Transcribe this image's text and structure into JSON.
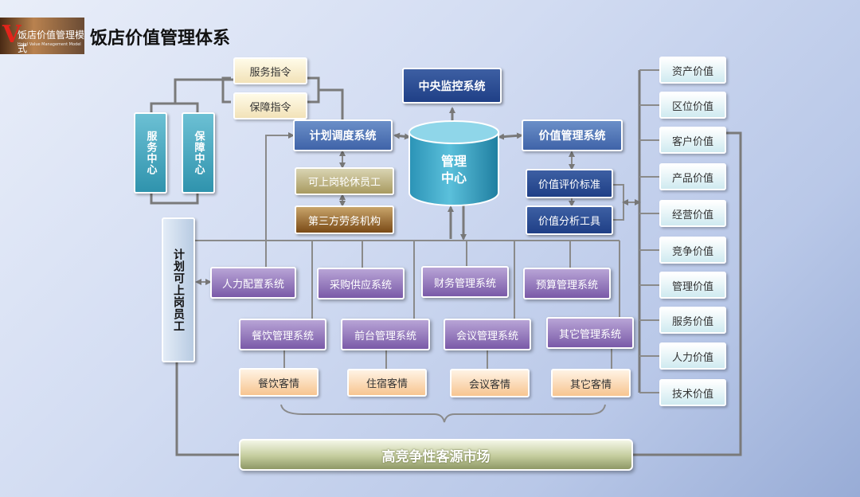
{
  "header": {
    "logo_text": "饭店价值管理模式",
    "logo_subtext": "Hotel Value Management Model",
    "title": "饭店价值管理体系"
  },
  "left": {
    "service_center": "服务中心",
    "support_center": "保障中心",
    "service_order": "服务指令",
    "support_order": "保障指令",
    "plan_staff": "计划可上岗员工"
  },
  "center": {
    "central_monitor": "中央监控系统",
    "plan_dispatch": "计划调度系统",
    "management_center": "管理中心",
    "value_management": "价值管理系统",
    "rotation_staff": "可上岗轮休员工",
    "third_party": "第三方劳务机构",
    "value_eval_standard": "价值评价标准",
    "value_analysis_tool": "价值分析工具"
  },
  "subsystems": {
    "hr_config": "人力配置系统",
    "procurement": "采购供应系统",
    "finance": "财务管理系统",
    "budget": "预算管理系统",
    "fnb": "餐饮管理系统",
    "front_desk": "前台管理系统",
    "conference": "会议管理系统",
    "other": "其它管理系统"
  },
  "guests": {
    "fnb": "餐饮客情",
    "lodging": "住宿客情",
    "conference": "会议客情",
    "other": "其它客情"
  },
  "values": [
    "资产价值",
    "区位价值",
    "客户价值",
    "产品价值",
    "经营价值",
    "竞争价值",
    "管理价值",
    "服务价值",
    "人力价值",
    "技术价值"
  ],
  "market": "高竞争性客源市场",
  "colors": {
    "blue": "#3f63a8",
    "purple": "#7a5aa8",
    "teal": "#2f93ad",
    "peach": "#f7c590",
    "connector": "#777777"
  }
}
